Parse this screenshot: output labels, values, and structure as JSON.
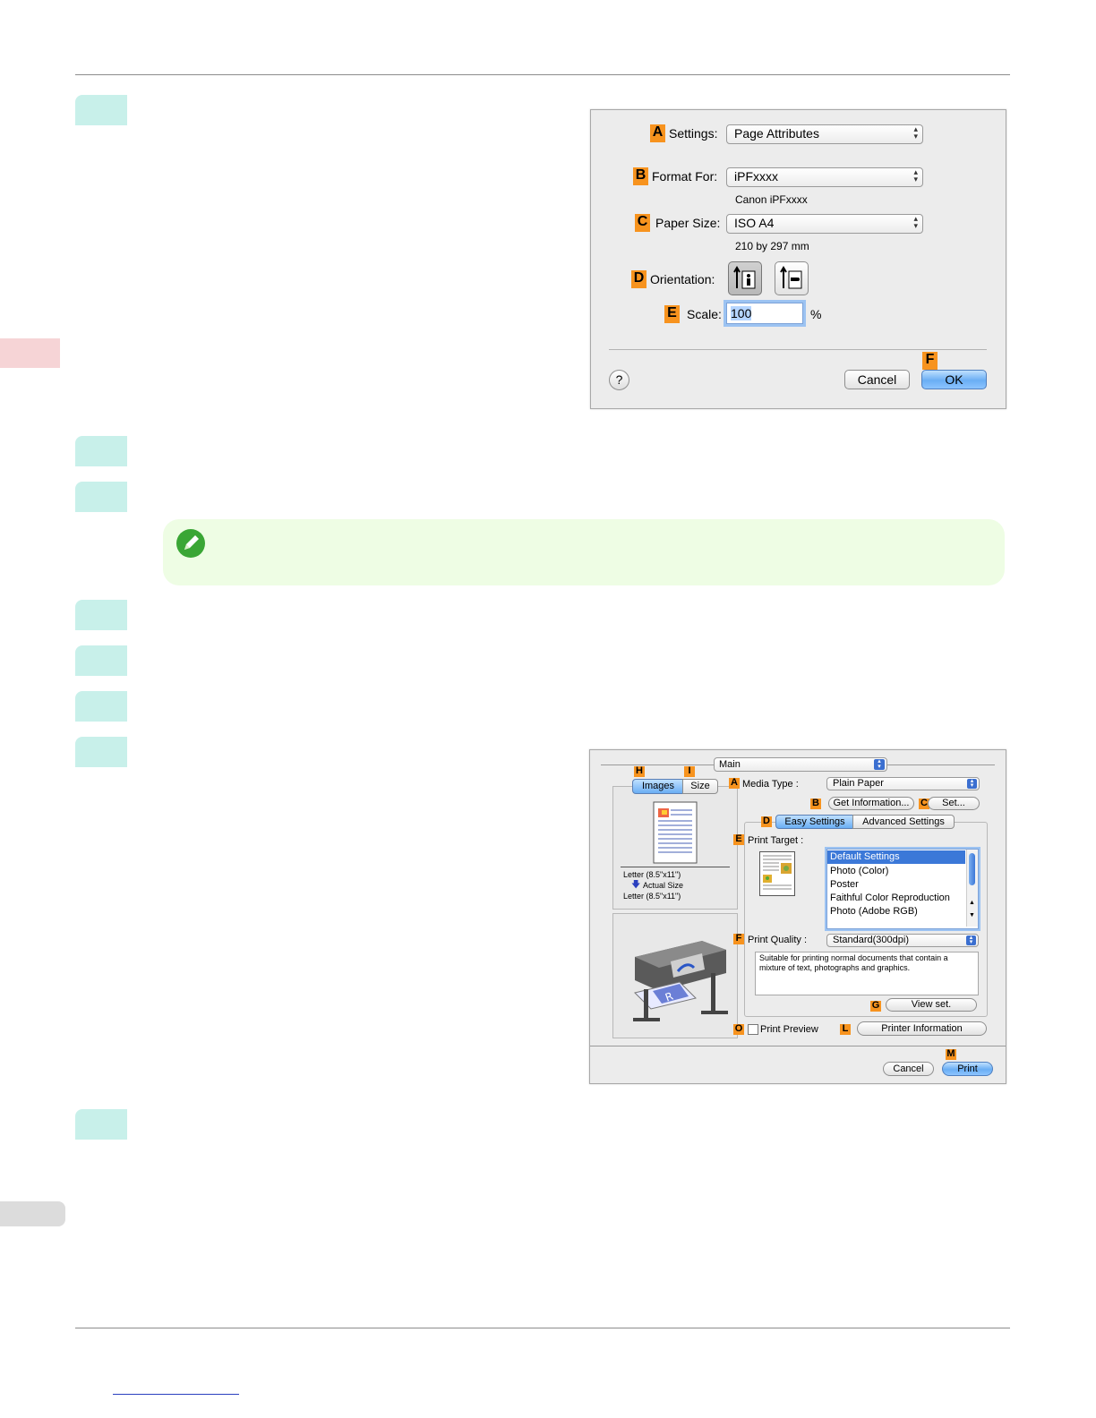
{
  "dialog1": {
    "settings": {
      "badge": "A",
      "label": "Settings:",
      "value": "Page Attributes"
    },
    "format_for": {
      "badge": "B",
      "label": "Format For:",
      "value": "iPFxxxx",
      "sub": "Canon iPFxxxx"
    },
    "paper_size": {
      "badge": "C",
      "label": "Paper Size:",
      "value": "ISO A4",
      "sub": "210 by 297 mm"
    },
    "orientation": {
      "badge": "D",
      "label": "Orientation:"
    },
    "scale": {
      "badge": "E",
      "label": "Scale:",
      "value": "100",
      "unit": "%"
    },
    "ok_badge": "F",
    "help": "?",
    "cancel": "Cancel",
    "ok": "OK"
  },
  "dialog2": {
    "panel": "Main",
    "tab_badges": {
      "images": "H",
      "size": "I"
    },
    "tabs": {
      "images": "Images",
      "size": "Size"
    },
    "preview": {
      "paper_from": "Letter (8.5\"x11\")",
      "actual": "Actual Size",
      "paper_to": "Letter (8.5\"x11\")"
    },
    "media_type": {
      "badge": "A",
      "label": "Media Type :",
      "value": "Plain Paper"
    },
    "get_info": {
      "badge": "B",
      "label": "Get Information..."
    },
    "set": {
      "badge": "C",
      "label": "Set..."
    },
    "mode_tabs": {
      "badge": "D",
      "easy": "Easy Settings",
      "advanced": "Advanced Settings"
    },
    "print_target": {
      "badge": "E",
      "label": "Print Target :",
      "items": [
        "Default Settings",
        "Photo (Color)",
        "Poster",
        "Faithful Color Reproduction",
        "Photo (Adobe RGB)"
      ],
      "selected_index": 0
    },
    "print_quality": {
      "badge": "F",
      "label": "Print Quality :",
      "value": "Standard(300dpi)",
      "description": "Suitable for printing normal documents that contain a mixture of text, photographs and graphics."
    },
    "view_set": {
      "badge": "G",
      "label": "View set."
    },
    "print_preview": {
      "badge": "O",
      "label": "Print Preview",
      "checked": false
    },
    "printer_info": {
      "badge": "L",
      "label": "Printer Information"
    },
    "print_badge": "M",
    "cancel": "Cancel",
    "print": "Print"
  }
}
